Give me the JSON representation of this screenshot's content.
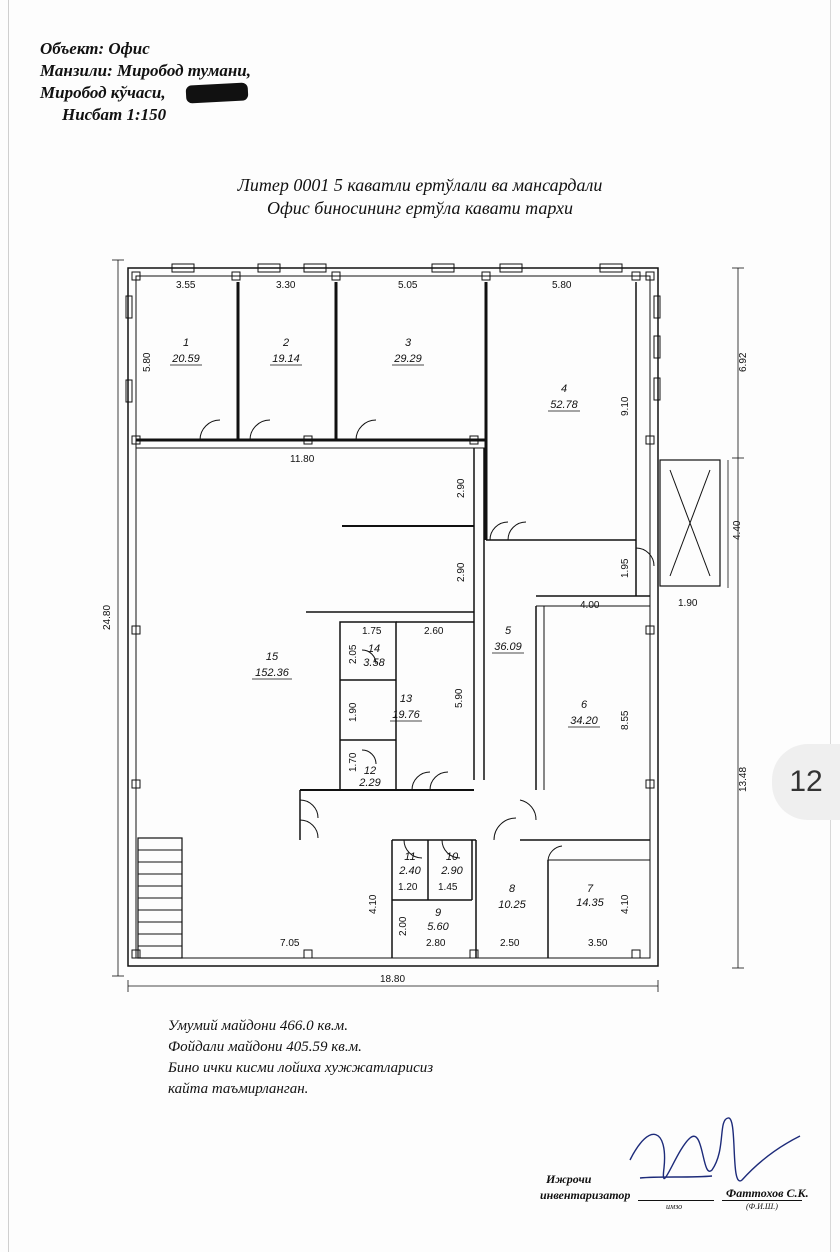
{
  "header": {
    "object_line": "Объект: Офис",
    "address_line1": "Манзили: Миробод тумани,",
    "address_line2": "Миробод кўчаси,",
    "scale": "Нисбат 1:150"
  },
  "title": {
    "line1": "Литер 0001 5 каватли ертўлали ва мансардали",
    "line2": "Офис биносининг ертўла кавати тархи"
  },
  "rooms": [
    {
      "num": "1",
      "area": "20.59"
    },
    {
      "num": "2",
      "area": "19.14"
    },
    {
      "num": "3",
      "area": "29.29"
    },
    {
      "num": "4",
      "area": "52.78"
    },
    {
      "num": "5",
      "area": "36.09"
    },
    {
      "num": "6",
      "area": "34.20"
    },
    {
      "num": "7",
      "area": "14.35"
    },
    {
      "num": "8",
      "area": "10.25"
    },
    {
      "num": "9",
      "area": "5.60"
    },
    {
      "num": "10",
      "area": "2.90"
    },
    {
      "num": "11",
      "area": "2.40"
    },
    {
      "num": "12",
      "area": "2.29"
    },
    {
      "num": "13",
      "area": "19.76"
    },
    {
      "num": "14",
      "area": "3.58"
    },
    {
      "num": "15",
      "area": "152.36"
    }
  ],
  "dimensions": {
    "top_355": "3.55",
    "top_330": "3.30",
    "top_505": "5.05",
    "top_580": "5.80",
    "r1_h": "5.80",
    "r4_h": "9.10",
    "right_692": "6.92",
    "corr_1180": "11.80",
    "h_290a": "2.90",
    "h_290b": "2.90",
    "r5_195": "1.95",
    "stair_440": "4.40",
    "w_400": "4.00",
    "w_190": "1.90",
    "w_175": "1.75",
    "w_260": "2.60",
    "h_205": "2.05",
    "h_190": "1.90",
    "h_170": "1.70",
    "h_590": "5.90",
    "h_855": "8.55",
    "right_1348": "13.48",
    "left_2480": "24.80",
    "h_410a": "4.10",
    "h_410b": "4.10",
    "w_120": "1.20",
    "w_145": "1.45",
    "h_200": "2.00",
    "w_705": "7.05",
    "w_280": "2.80",
    "w_250": "2.50",
    "w_350": "3.50",
    "total_1880": "18.80"
  },
  "notes": {
    "total_area": "Умумий майдони 466.0 кв.м.",
    "useful_area": "Фойдали майдони 405.59 кв.м.",
    "remark_line1": "Бино ички кисми лойиха хужжатларисиз",
    "remark_line2": "кайта таъмирланган."
  },
  "signature": {
    "role_line1": "Ижрочи",
    "role_line2": "инвентаризатор",
    "sign_caption": "имзо",
    "name": "Фаттохов С.К.",
    "name_caption": "(Ф.И.Ш.)"
  },
  "page_number": "12",
  "colors": {
    "ink": "#111111",
    "paper": "#fdfdfd",
    "redaction": "#111111",
    "badge": "#efefef"
  }
}
